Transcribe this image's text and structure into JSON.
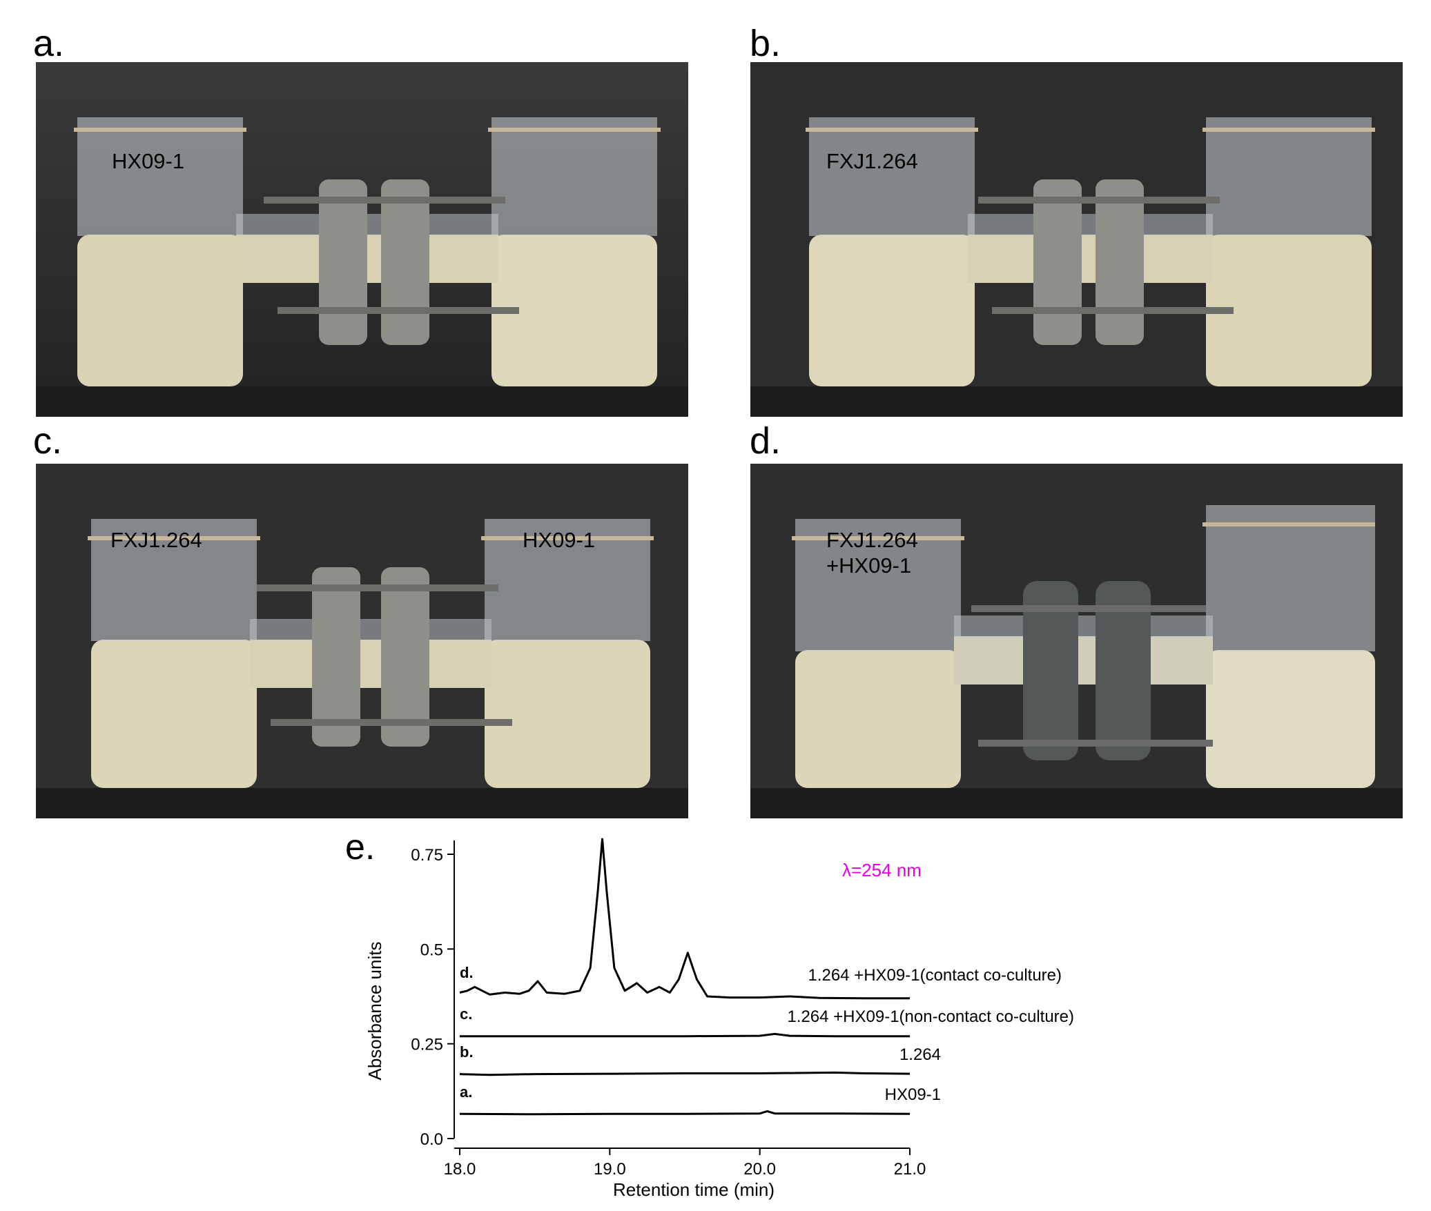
{
  "panels": [
    {
      "letter": "a.",
      "labels": {
        "left": "HX09-1",
        "right": ""
      }
    },
    {
      "letter": "b.",
      "labels": {
        "left": "FXJ1.264",
        "right": ""
      }
    },
    {
      "letter": "c.",
      "labels": {
        "left": "FXJ1.264",
        "right": "HX09-1"
      }
    },
    {
      "letter": "d.",
      "labels": {
        "left": "FXJ1.264\n+HX09-1",
        "right": ""
      }
    }
  ],
  "chart_data": {
    "type": "line",
    "panel_letter": "e.",
    "wavelength_label": "λ=254 nm",
    "xlabel": "Retention time (min)",
    "ylabel": "Absorbance units",
    "xlim": [
      18.0,
      21.0
    ],
    "ylim": [
      0.0,
      0.75
    ],
    "x_ticks": [
      "18.0",
      "19.0",
      "20.0",
      "21.0"
    ],
    "y_ticks": [
      "0.0",
      "0.25",
      "0.5",
      "0.75"
    ],
    "series": [
      {
        "trace_letter": "a.",
        "name": "HX09-1",
        "baseline": 0.065,
        "points": [
          [
            18.0,
            0.065
          ],
          [
            18.5,
            0.064
          ],
          [
            19.0,
            0.065
          ],
          [
            19.5,
            0.065
          ],
          [
            20.0,
            0.066
          ],
          [
            20.05,
            0.072
          ],
          [
            20.1,
            0.066
          ],
          [
            20.5,
            0.066
          ],
          [
            21.0,
            0.065
          ]
        ]
      },
      {
        "trace_letter": "b.",
        "name": "1.264",
        "baseline": 0.17,
        "points": [
          [
            18.0,
            0.17
          ],
          [
            18.2,
            0.168
          ],
          [
            18.5,
            0.17
          ],
          [
            19.0,
            0.171
          ],
          [
            19.5,
            0.172
          ],
          [
            20.0,
            0.172
          ],
          [
            20.5,
            0.174
          ],
          [
            20.7,
            0.172
          ],
          [
            21.0,
            0.171
          ]
        ]
      },
      {
        "trace_letter": "c.",
        "name": "1.264 +HX09-1(non-contact co-culture)",
        "baseline": 0.27,
        "points": [
          [
            18.0,
            0.27
          ],
          [
            18.5,
            0.27
          ],
          [
            19.0,
            0.27
          ],
          [
            19.5,
            0.27
          ],
          [
            20.0,
            0.271
          ],
          [
            20.1,
            0.276
          ],
          [
            20.2,
            0.271
          ],
          [
            20.5,
            0.27
          ],
          [
            21.0,
            0.27
          ]
        ]
      },
      {
        "trace_letter": "d.",
        "name": "1.264 +HX09-1(contact co-culture)",
        "baseline": 0.37,
        "points": [
          [
            18.0,
            0.385
          ],
          [
            18.05,
            0.39
          ],
          [
            18.1,
            0.4
          ],
          [
            18.15,
            0.39
          ],
          [
            18.2,
            0.38
          ],
          [
            18.3,
            0.385
          ],
          [
            18.4,
            0.382
          ],
          [
            18.46,
            0.39
          ],
          [
            18.52,
            0.415
          ],
          [
            18.58,
            0.385
          ],
          [
            18.7,
            0.382
          ],
          [
            18.8,
            0.39
          ],
          [
            18.87,
            0.45
          ],
          [
            18.92,
            0.65
          ],
          [
            18.95,
            0.79
          ],
          [
            18.98,
            0.65
          ],
          [
            19.03,
            0.45
          ],
          [
            19.1,
            0.39
          ],
          [
            19.18,
            0.41
          ],
          [
            19.25,
            0.385
          ],
          [
            19.33,
            0.4
          ],
          [
            19.4,
            0.385
          ],
          [
            19.46,
            0.42
          ],
          [
            19.52,
            0.49
          ],
          [
            19.58,
            0.42
          ],
          [
            19.65,
            0.375
          ],
          [
            19.8,
            0.372
          ],
          [
            20.0,
            0.372
          ],
          [
            20.2,
            0.375
          ],
          [
            20.4,
            0.371
          ],
          [
            20.7,
            0.37
          ],
          [
            21.0,
            0.37
          ]
        ]
      }
    ]
  }
}
